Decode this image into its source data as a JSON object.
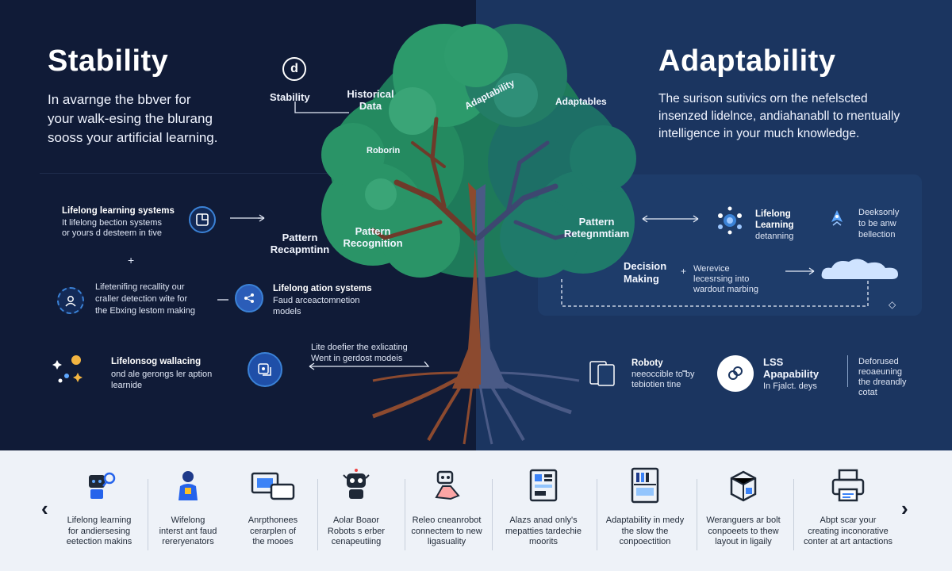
{
  "left": {
    "title": "Stability",
    "desc_lines": [
      "In avarnge the bbver for",
      "your walk-esing the blurang",
      "sooss your artificial learning."
    ],
    "items": [
      {
        "title": "Lifelong learning systems",
        "lines": [
          "It lifelong bection systems",
          "or yours d desteem in tive"
        ]
      },
      {
        "title": "",
        "lines": [
          "Lifetenifing recallity our",
          "craller detection wite for",
          "the Ebxing lestom making"
        ]
      },
      {
        "title": "Lifelong ation systems",
        "lines": [
          "Faud arceactomnetion",
          "models"
        ]
      },
      {
        "title": "Lifelonsog wallacing",
        "lines": [
          "ond ale gerongs ler aption",
          "learnide"
        ]
      }
    ],
    "mid_note": [
      "Lite doefier the exlicating",
      "Went in gerdost modeis"
    ]
  },
  "center": {
    "stability_tag": "Stability",
    "d_badge": "d",
    "historical_data": [
      "Historical",
      "Data"
    ],
    "roborin": "Roborin",
    "pattern_left": [
      "Pattern",
      "Recognition"
    ],
    "pattern_trunk": [
      "Pattern",
      "Recapmtinn"
    ],
    "adaptability_arc": "Adaptability",
    "adaptables": "Adaptables",
    "pattern_right": [
      "Pattern",
      "Retegnmtiam"
    ]
  },
  "right": {
    "title": "Adaptability",
    "desc_lines": [
      "The surison sutivics orn the nefelscted",
      "insenzed lidelnce, andiahanabll to rnentually",
      "intelligence in your much knowledge."
    ],
    "lifelong": [
      "Lifelong",
      "Learning",
      "detanning"
    ],
    "side_note": [
      "Deeksonly",
      "to be anw",
      "bellection"
    ],
    "decision": [
      "Decision",
      "Making"
    ],
    "decision_note": [
      "Werevice",
      "lecesrsing into",
      "wardout marbing"
    ],
    "roboty": [
      "Roboty",
      "neeoccible to by",
      "tebiotien tine"
    ],
    "lss": "LSS",
    "apapability": "Apapability",
    "lss_sub": "In Fjalct. deys",
    "deforused": [
      "Deforused",
      "reoaeuning",
      "the dreandly",
      "cotat"
    ]
  },
  "strip": {
    "prev": "‹",
    "next": "›",
    "cards": [
      [
        "Lifelong learning",
        "for andiersesing",
        "eetection makins"
      ],
      [
        "Wifelong",
        "interst ant faud",
        "rereryenators"
      ],
      [
        "Anrpthonees",
        "cerarplen of",
        "the mooes"
      ],
      [
        "Aolar Boaor",
        "Robots s erber",
        "cenapeutiing"
      ],
      [
        "Releo cneanrobot",
        "connectem to new",
        "ligasuality"
      ],
      [
        "Alazs anad only's",
        "mepatties tardechie",
        "moorits"
      ],
      [
        "Adaptability in medy",
        "the slow the",
        "conpoectition"
      ],
      [
        "Weranguers ar bolt",
        "conpoeets to thew",
        "layout in ligaily"
      ],
      [
        "Abpt scar your",
        "creating inconorative",
        "conter at art antactions"
      ]
    ]
  },
  "colors": {
    "left_bg": "#101b37",
    "right_bg": "#1b3560",
    "canopy_dark": "#1e7a5a",
    "canopy_light": "#3aa577",
    "trunk_left": "#8c4a2f",
    "trunk_right": "#4a5a86",
    "accent_blue": "#3b82d6"
  }
}
